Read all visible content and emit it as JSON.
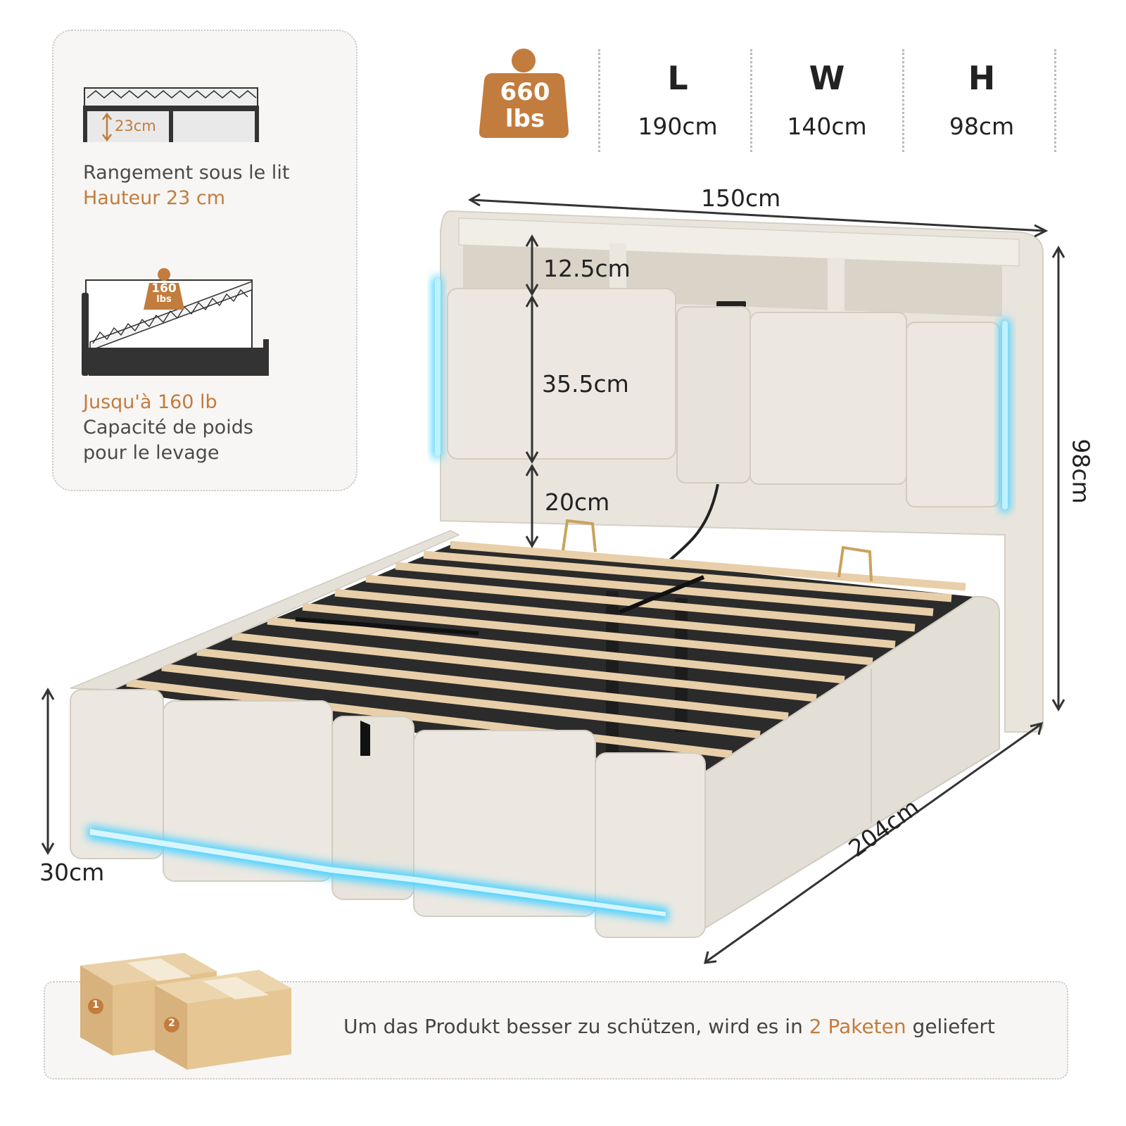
{
  "weight_badge": {
    "value": "660",
    "unit": "lbs",
    "color": "#c27c3d"
  },
  "specs": [
    {
      "letter": "L",
      "value": "190cm"
    },
    {
      "letter": "W",
      "value": "140cm"
    },
    {
      "letter": "H",
      "value": "98cm"
    }
  ],
  "features": {
    "storage": {
      "line1": "Rangement sous le lit",
      "line2": "Hauteur 23 cm",
      "diagram_label": "23cm"
    },
    "lift": {
      "line1": "Jusqu'à 160 lb",
      "line2": "Capacité de poids",
      "line3": "pour le levage",
      "weight_value": "160",
      "weight_unit": "lbs"
    }
  },
  "dimensions": {
    "width_top": "150cm",
    "shelf": "12.5cm",
    "headboard_panel": "35.5cm",
    "gap": "20cm",
    "total_height": "98cm",
    "frame_height": "30cm",
    "length": "204cm"
  },
  "footer": {
    "text_before": "Um das Produkt besser zu schützen, wird es in",
    "highlight": "2 Paketen",
    "text_after": "geliefert",
    "box1": "1",
    "box2": "2"
  },
  "colors": {
    "accent": "#c27c3d",
    "fabric": "#ece8e1",
    "led": "#4fd3ff",
    "frame": "#2a2a2a",
    "slat": "#e8cfa9"
  }
}
